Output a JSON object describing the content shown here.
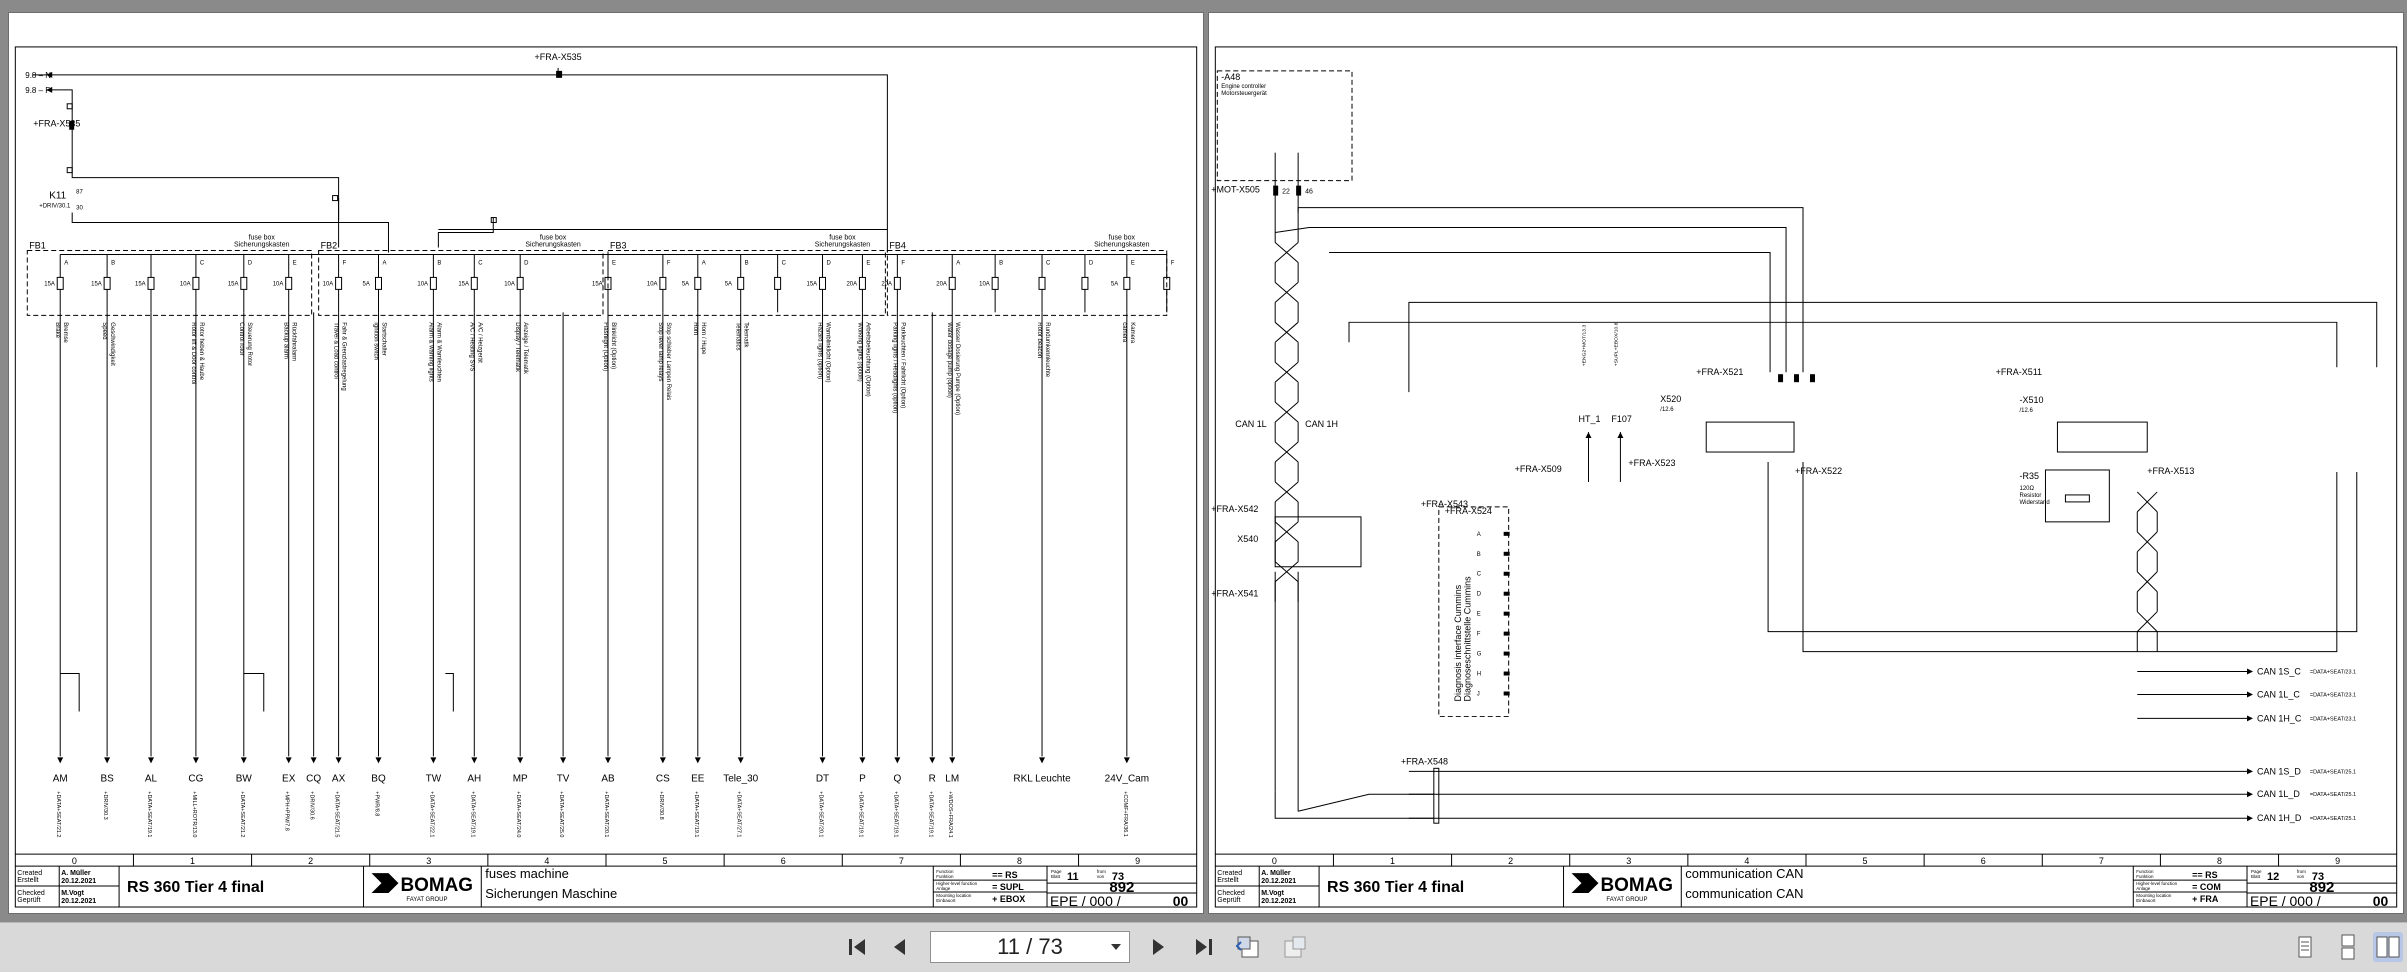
{
  "toolbar": {
    "page_indicator": "11 / 73",
    "buttons": [
      "first-page-icon",
      "prev-page-icon",
      "next-page-icon",
      "last-page-icon",
      "back-view-icon",
      "forward-view-icon",
      "single-page-icon",
      "continuous-icon",
      "two-page-icon"
    ]
  },
  "left": {
    "title": "RS 360 Tier 4 final",
    "desc_en": "fuses machine",
    "desc_de": "Sicherungen Maschine",
    "created_label": "Created",
    "created_label_de": "Erstellt",
    "created_by": "A. Müller",
    "created_date": "20.12.2021",
    "checked_label": "Checked",
    "checked_label_de": "Geprüft",
    "checked_by": "M.Vogt",
    "checked_date": "20.12.2021",
    "func_label": "Function",
    "func_label_de": "Funktion",
    "func_val": "== RS",
    "hl_label": "Higher-level function",
    "hl_label_de": "Anlage",
    "hl_val": "= SUPL",
    "loc_label": "Mounting location",
    "loc_label_de": "Einbauort",
    "loc_val": "+ EBOX",
    "page_label": "Page",
    "page_label_de": "Blatt",
    "page_no": "11",
    "from_label": "from",
    "from_label_de": "von",
    "page_total": "73",
    "doc_no": "892",
    "rev": "EPE / 000 /",
    "rev_b": "00",
    "brand": "BOMAG",
    "brand_sub": "FAYAT GROUP",
    "columns": [
      "0",
      "1",
      "2",
      "3",
      "4",
      "5",
      "6",
      "7",
      "8",
      "9"
    ],
    "top_connector": "+FRA-X535",
    "n_label": "9.8 – N",
    "f_label": "9.8 – F",
    "x535_left": "+FRA-X535",
    "k11": "K11",
    "k11_ref": "+DRIV/30.1",
    "k11_87": "87",
    "k11_30": "30",
    "fuseboxes": [
      {
        "id": "FB1",
        "title": "fuse box",
        "subtitle": "Sicherungskasten"
      },
      {
        "id": "FB2",
        "title": "fuse box",
        "subtitle": "Sicherungskasten"
      },
      {
        "id": "FB3",
        "title": "fuse box",
        "subtitle": "Sicherungskasten"
      },
      {
        "id": "FB4",
        "title": "fuse box",
        "subtitle": "Sicherungskasten"
      }
    ],
    "fuses": [
      {
        "pos": "A",
        "amp": "15A",
        "desc_en": "Brake",
        "desc_de": "Bremse",
        "tag": "AM",
        "ref": "+DATA+SEAT/21.2"
      },
      {
        "pos": "B",
        "amp": "15A",
        "desc_en": "Speed",
        "desc_de": "Geschwindigkeit",
        "tag": "BS",
        "ref": "+DRIV/30.3"
      },
      {
        "pos": "",
        "amp": "15A",
        "desc_en": "",
        "desc_de": "",
        "tag": "AL",
        "ref": "+DATA+SEAT/19.1"
      },
      {
        "pos": "C",
        "amp": "10A",
        "desc_en": "Rotor lift & Door control",
        "desc_de": "Rotor heben & Haube",
        "tag": "CG",
        "ref": "+MILL+ROTR/13.0"
      },
      {
        "pos": "D",
        "amp": "15A",
        "desc_en": "Control rotor",
        "desc_de": "Steuerung Rotor",
        "tag": "BW",
        "ref": "+DATA+SEAT/21.2"
      },
      {
        "pos": "E",
        "amp": "10A",
        "desc_en": "Backup alarm",
        "desc_de": "Rückfahralarm",
        "tag": "EX",
        "ref": "+MPH+PPM/7.8"
      },
      {
        "pos": "",
        "amp": "",
        "desc_en": "",
        "desc_de": "",
        "tag": "CQ",
        "ref": "+DRIV/30.6"
      },
      {
        "pos": "F",
        "amp": "10A",
        "desc_en": "Travel & Load control",
        "desc_de": "Fahr & Grenzlastregelung",
        "tag": "AX",
        "ref": "+DATA+SEAT/21.5"
      },
      {
        "pos": "A",
        "amp": "5A",
        "desc_en": "Ignition switch",
        "desc_de": "Startschalter",
        "tag": "BQ",
        "ref": "+PWR/8.8"
      },
      {
        "pos": "B",
        "amp": "10A",
        "desc_en": "Alarm & warning lights",
        "desc_de": "Alarm & Warnleuchten",
        "tag": "TW",
        "ref": "+DATA+SEAT/22.1"
      },
      {
        "pos": "C",
        "amp": "15A",
        "desc_en": "A/C / Heating SVS",
        "desc_de": "A/C / Heizgerät",
        "tag": "AH",
        "ref": "+DATA+SEAT/19.1"
      },
      {
        "pos": "D",
        "amp": "10A",
        "desc_en": "Display / Telematik",
        "desc_de": "Anzeige / Telematik",
        "tag": "MP",
        "ref": "+DATA+SEAT/24.0"
      },
      {
        "pos": "",
        "amp": "",
        "desc_en": "",
        "desc_de": "",
        "tag": "TV",
        "ref": "+DATA+SEAT/25.0"
      },
      {
        "pos": "E",
        "amp": "15A",
        "desc_en": "Flashlight (Option)",
        "desc_de": "Blinklicht (Option)",
        "tag": "AB",
        "ref": "+DATA+SEAT/20.1"
      },
      {
        "pos": "F",
        "amp": "10A",
        "desc_en": "Stop lever lamp relays",
        "desc_de": "Stop schieber Lampen Relais",
        "tag": "CS",
        "ref": "+DRIV/30.8"
      },
      {
        "pos": "A",
        "amp": "5A",
        "desc_en": "Horn",
        "desc_de": "Horn / Hupe",
        "tag": "EE",
        "ref": "+DATA+SEAT/19.1"
      },
      {
        "pos": "B",
        "amp": "5A",
        "desc_en": "Telematics",
        "desc_de": "Telematik",
        "tag": "Tele_30",
        "ref": "+DATA+SEAT/27.1"
      },
      {
        "pos": "C",
        "amp": "",
        "desc_en": "",
        "desc_de": "",
        "tag": "",
        "ref": ""
      },
      {
        "pos": "D",
        "amp": "15A",
        "desc_en": "Hazard lights (option)",
        "desc_de": "Warnblinklicht (Option)",
        "tag": "DT",
        "ref": "+DATA+SEAT/20.1"
      },
      {
        "pos": "E",
        "amp": "20A",
        "desc_en": "Working lights (option)",
        "desc_de": "Arbeitsbeleuchtung (Option)",
        "tag": "P",
        "ref": "+DATA+SEAT/19.1"
      },
      {
        "pos": "F",
        "amp": "20A",
        "desc_en": "Parking lights / Headlights (option)",
        "desc_de": "Parkleuchten / Fahrlicht (Option)",
        "tag": "Q",
        "ref": "+DATA+SEAT/19.1"
      },
      {
        "pos": "",
        "amp": "",
        "desc_en": "",
        "desc_de": "",
        "tag": "R",
        "ref": "+DATA+SEAT/19.1"
      },
      {
        "pos": "A",
        "amp": "20A",
        "desc_en": "Water dosage pump (option)",
        "desc_de": "Wasser Dosierung Pumpe (Option)",
        "tag": "LM",
        "ref": "+WDOS+FRA/24.1"
      },
      {
        "pos": "B",
        "amp": "10A",
        "desc_en": "",
        "desc_de": "",
        "tag": "",
        "ref": ""
      },
      {
        "pos": "C",
        "amp": "",
        "desc_en": "Rotor beacon",
        "desc_de": "Rundumkennleuchte",
        "tag": "RKL Leuchte",
        "ref": ""
      },
      {
        "pos": "D",
        "amp": "",
        "desc_en": "",
        "desc_de": "",
        "tag": "",
        "ref": ""
      },
      {
        "pos": "E",
        "amp": "5A",
        "desc_en": "camera",
        "desc_de": "Kamera",
        "tag": "24V_Cam",
        "ref": "+COMF+FRA/36.1"
      },
      {
        "pos": "F",
        "amp": "",
        "desc_en": "",
        "desc_de": "",
        "tag": "",
        "ref": ""
      }
    ]
  },
  "right": {
    "title": "RS 360 Tier 4 final",
    "desc_en": "communication CAN",
    "desc_de": "communication CAN",
    "created_label": "Created",
    "created_label_de": "Erstellt",
    "created_by": "A. Müller",
    "created_date": "20.12.2021",
    "checked_label": "Checked",
    "checked_label_de": "Geprüft",
    "checked_by": "M.Vogt",
    "checked_date": "20.12.2021",
    "func_label": "Function",
    "func_label_de": "Funktion",
    "func_val": "== RS",
    "hl_label": "Higher-level function",
    "hl_label_de": "Anlage",
    "hl_val": "= COM",
    "loc_label": "Mounting location",
    "loc_label_de": "Einbauort",
    "loc_val": "+ FRA",
    "page_label": "Page",
    "page_label_de": "Blatt",
    "page_no": "12",
    "from_label": "from",
    "from_label_de": "von",
    "page_total": "73",
    "doc_no": "892",
    "rev": "EPE / 000 /",
    "rev_b": "00",
    "brand": "BOMAG",
    "brand_sub": "FAYAT GROUP",
    "columns": [
      "0",
      "1",
      "2",
      "3",
      "4",
      "5",
      "6",
      "7",
      "8",
      "9"
    ],
    "ecu": "-A48",
    "ecu_en": "Engine controller",
    "ecu_de": "Motorsteuergerät",
    "mot": "+MOT-X505",
    "mot_pins": [
      "22",
      "46"
    ],
    "can1l": "CAN 1L",
    "can1h": "CAN 1H",
    "x542": "+FRA-X542",
    "x540": "X540",
    "x541": "+FRA-X541",
    "x543": "+FRA-X543",
    "x524": "+FRA-X524",
    "diag_en": "Diagnosis interface Cummins",
    "diag_de": "Diagnoseschnittstelle Cummins",
    "x524_pins": [
      "A",
      "B",
      "C",
      "D",
      "E",
      "F",
      "G",
      "H",
      "J"
    ],
    "ht1": "HT_1",
    "f107": "F107",
    "ht1_ref": "+ENG2+MOT/13.3",
    "f107_ref": "+SUPL+EBOX/10.8",
    "x509": "+FRA-X509",
    "x523": "+FRA-X523",
    "x520": "X520",
    "x520_ref": "/12.6",
    "x521": "+FRA-X521",
    "x522": "+FRA-X522",
    "x511": "+FRA-X511",
    "x510": "-X510",
    "x510_ref": "/12.6",
    "x513": "+FRA-X513",
    "r35": "-R35",
    "r35_val": "120Ω",
    "r35_en": "Resistor",
    "r35_de": "Widerstand",
    "x548": "+FRA-X548",
    "outputs": [
      {
        "label": "CAN 1S_C",
        "ref": "=DATA+SEAT/23.1"
      },
      {
        "label": "CAN 1L_C",
        "ref": "=DATA+SEAT/23.1"
      },
      {
        "label": "CAN 1H_C",
        "ref": "=DATA+SEAT/23.1"
      },
      {
        "label": "CAN 1S_D",
        "ref": "=DATA+SEAT/25.1"
      },
      {
        "label": "CAN 1L_D",
        "ref": "=DATA+SEAT/25.1"
      },
      {
        "label": "CAN 1H_D",
        "ref": "=DATA+SEAT/25.1"
      }
    ]
  }
}
